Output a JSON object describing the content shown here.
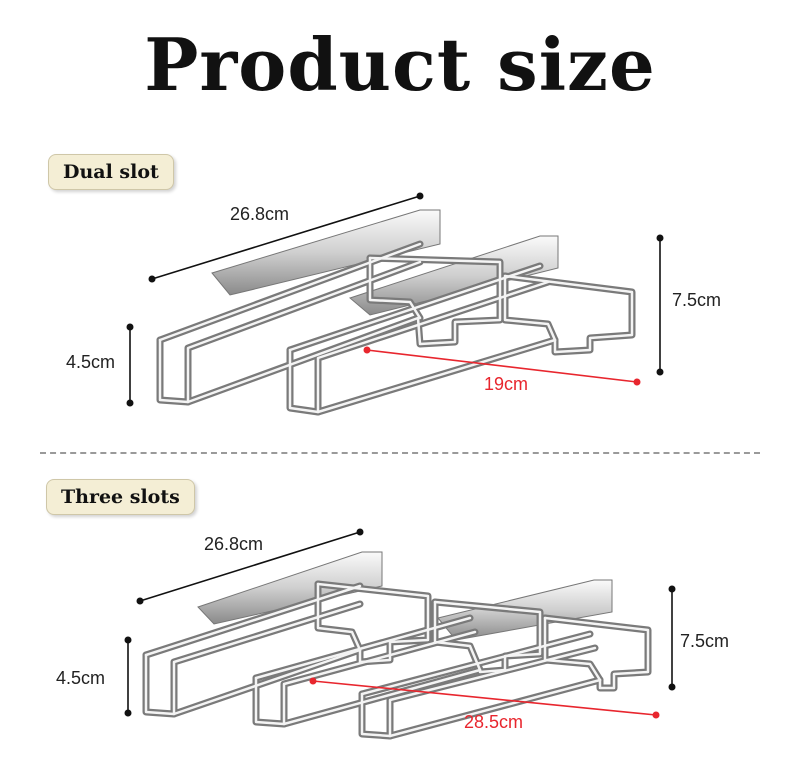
{
  "title": "Product size",
  "sections": [
    {
      "label": "Dual slot",
      "width": "26.8cm",
      "height": "7.5cm",
      "depth": "4.5cm",
      "span": "19cm"
    },
    {
      "label": "Three slots",
      "width": "26.8cm",
      "height": "7.5cm",
      "depth": "4.5cm",
      "span": "28.5cm"
    }
  ],
  "colors": {
    "dimension_line": "#111111",
    "span_line": "#e8262e",
    "metal_dark": "#6e6e6e",
    "metal_light": "#f2f2f2"
  }
}
